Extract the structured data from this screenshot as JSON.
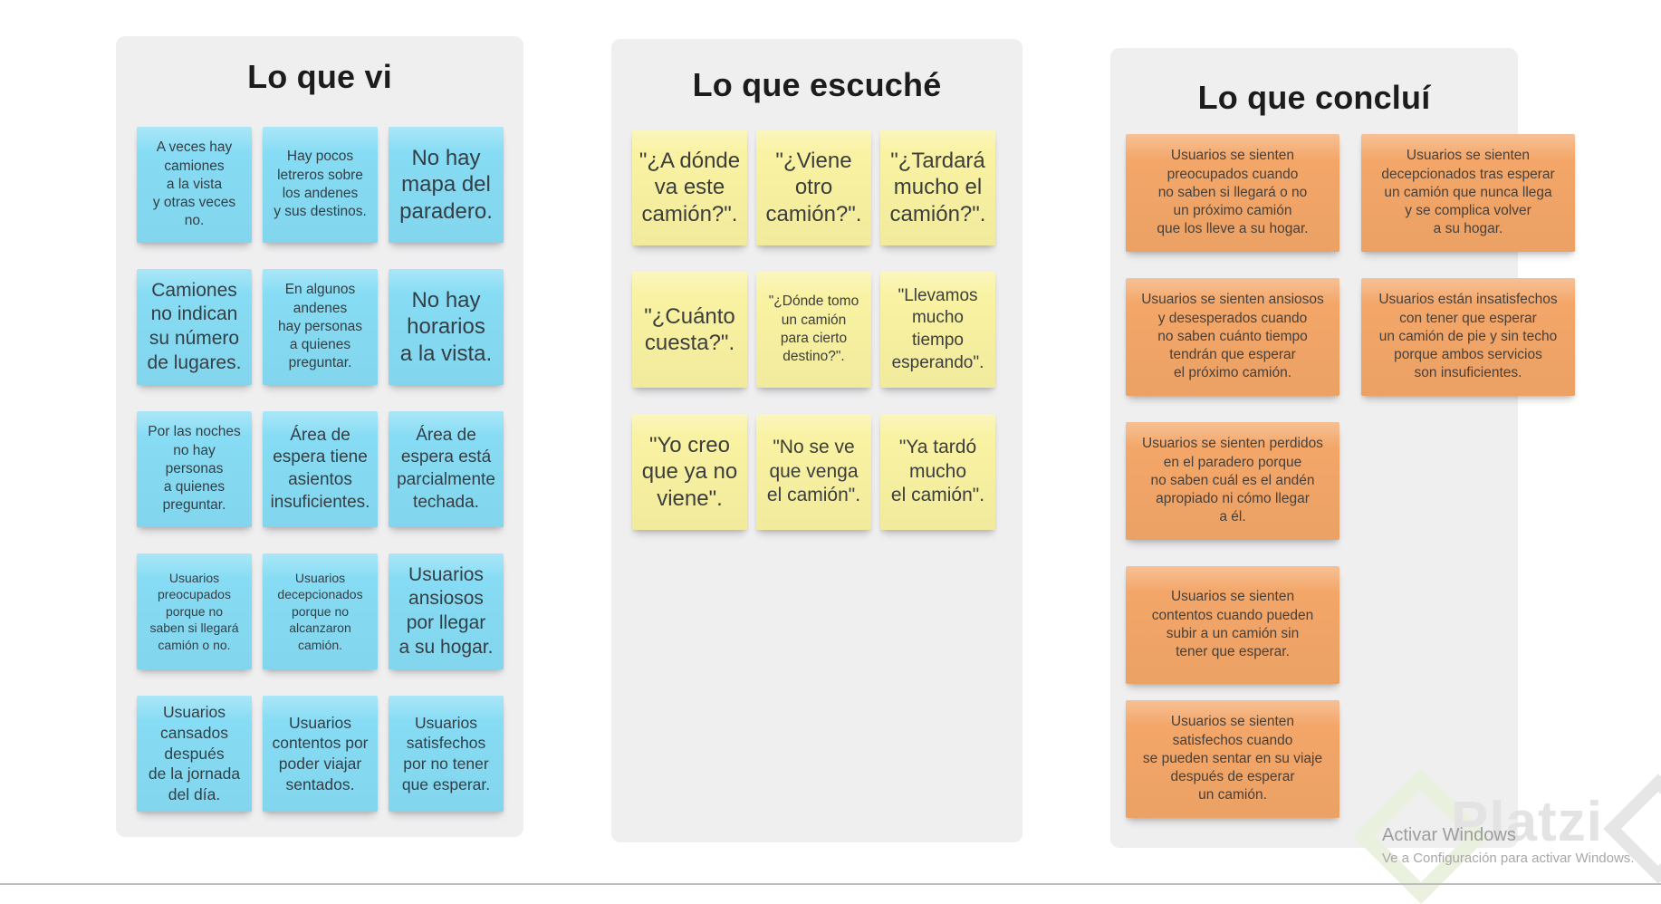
{
  "canvas": {
    "background": "#ffffff",
    "panel_bg": "#efeff0",
    "title_color": "#1c1c1c"
  },
  "panels": [
    {
      "id": "lo-que-vi",
      "title": "Lo que vi",
      "note_color": "#86dcf4",
      "text_color": "#343e45",
      "rows": [
        [
          {
            "text": "A veces hay\ncamiones\na la vista\ny otras veces\nno.",
            "size": "sm"
          },
          {
            "text": "Hay pocos\nletreros sobre\nlos andenes\ny sus destinos.",
            "size": "sm"
          },
          {
            "text": "No hay\nmapa del\nparadero.",
            "size": "xxl"
          }
        ],
        [
          {
            "text": "Camiones\nno indican\nsu número\nde lugares.",
            "size": "xl"
          },
          {
            "text": "En algunos\nandenes\nhay personas\na quienes\npreguntar.",
            "size": "sm"
          },
          {
            "text": "No hay\nhorarios\na la vista.",
            "size": "xxl"
          }
        ],
        [
          {
            "text": "Por las noches\nno hay\npersonas\na quienes\npreguntar.",
            "size": "sm"
          },
          {
            "text": "Área de\nespera tiene\nasientos\ninsuficientes.",
            "size": "lg"
          },
          {
            "text": "Área de\nespera está\nparcialmente\ntechada.",
            "size": "lg"
          }
        ],
        [
          {
            "text": "Usuarios\npreocupados\nporque no\nsaben si llegará\ncamión o no.",
            "size": "xs"
          },
          {
            "text": "Usuarios\ndecepcionados\nporque no\nalcanzaron\ncamión.",
            "size": "xs"
          },
          {
            "text": "Usuarios\nansiosos\npor llegar\na su hogar.",
            "size": "xl"
          }
        ],
        [
          {
            "text": "Usuarios\ncansados\ndespués\nde la jornada\ndel día.",
            "size": "md"
          },
          {
            "text": "Usuarios\ncontentos por\npoder viajar\nsentados.",
            "size": "md"
          },
          {
            "text": "Usuarios\nsatisfechos\npor no tener\nque esperar.",
            "size": "md"
          }
        ]
      ]
    },
    {
      "id": "lo-que-escuche",
      "title": "Lo que escuché",
      "note_color": "#f9f2a2",
      "text_color": "#3c3e3c",
      "rows": [
        [
          {
            "text": "\"¿A dónde\nva este\ncamión?\".",
            "size": "xxl"
          },
          {
            "text": "\"¿Viene\notro\ncamión?\".",
            "size": "xxl"
          },
          {
            "text": "\"¿Tardará\nmucho el\ncamión?\".",
            "size": "xxl"
          }
        ],
        [
          {
            "text": "\"¿Cuánto\ncuesta?\".",
            "size": "xxl"
          },
          {
            "text": "\"¿Dónde tomo\nun camión\npara cierto\ndestino?\".",
            "size": "sm"
          },
          {
            "text": "\"Llevamos\nmucho\ntiempo\nesperando\".",
            "size": "lg"
          }
        ],
        [
          {
            "text": "\"Yo creo\nque ya no\nviene\".",
            "size": "xxl"
          },
          {
            "text": "\"No se ve\nque venga\nel camión\".",
            "size": "xl"
          },
          {
            "text": "\"Ya tardó\nmucho\nel camión\".",
            "size": "xl"
          }
        ]
      ]
    },
    {
      "id": "lo-que-conclui",
      "title": "Lo que concluí",
      "note_color": "#f3a668",
      "text_color": "#48403a",
      "rows": [
        [
          {
            "text": "Usuarios se sienten\npreocupados cuando\nno saben si llegará o no\nun próximo camión\nque los lleve a su hogar.",
            "size": "sm"
          },
          {
            "text": "Usuarios se sienten\ndecepcionados tras esperar\nun camión que nunca llega\ny se complica volver\na su hogar.",
            "size": "sm"
          }
        ],
        [
          {
            "text": "Usuarios se sienten ansiosos\ny desesperados cuando\nno saben cuánto tiempo\ntendrán que esperar\nel próximo camión.",
            "size": "sm"
          },
          {
            "text": "Usuarios están insatisfechos\ncon tener que esperar\nun camión de pie y sin techo\nporque ambos servicios\nson insuficientes.",
            "size": "sm"
          }
        ],
        [
          {
            "text": "Usuarios se sienten perdidos\nen el paradero porque\nno saben cuál es el andén\napropiado ni cómo llegar\na él.",
            "size": "sm"
          }
        ],
        [
          {
            "text": "Usuarios se sienten\ncontentos cuando pueden\nsubir a un camión sin\ntener que esperar.",
            "size": "sm"
          }
        ],
        [
          {
            "text": "Usuarios se sienten\nsatisfechos cuando\nse pueden sentar en su viaje\ndespués de esperar\nun camión.",
            "size": "sm"
          }
        ]
      ]
    }
  ],
  "watermark": {
    "brand": "Platzi",
    "activation": {
      "line1": "Activar Windows",
      "line2": "Ve a Configuración para activar Windows."
    }
  }
}
